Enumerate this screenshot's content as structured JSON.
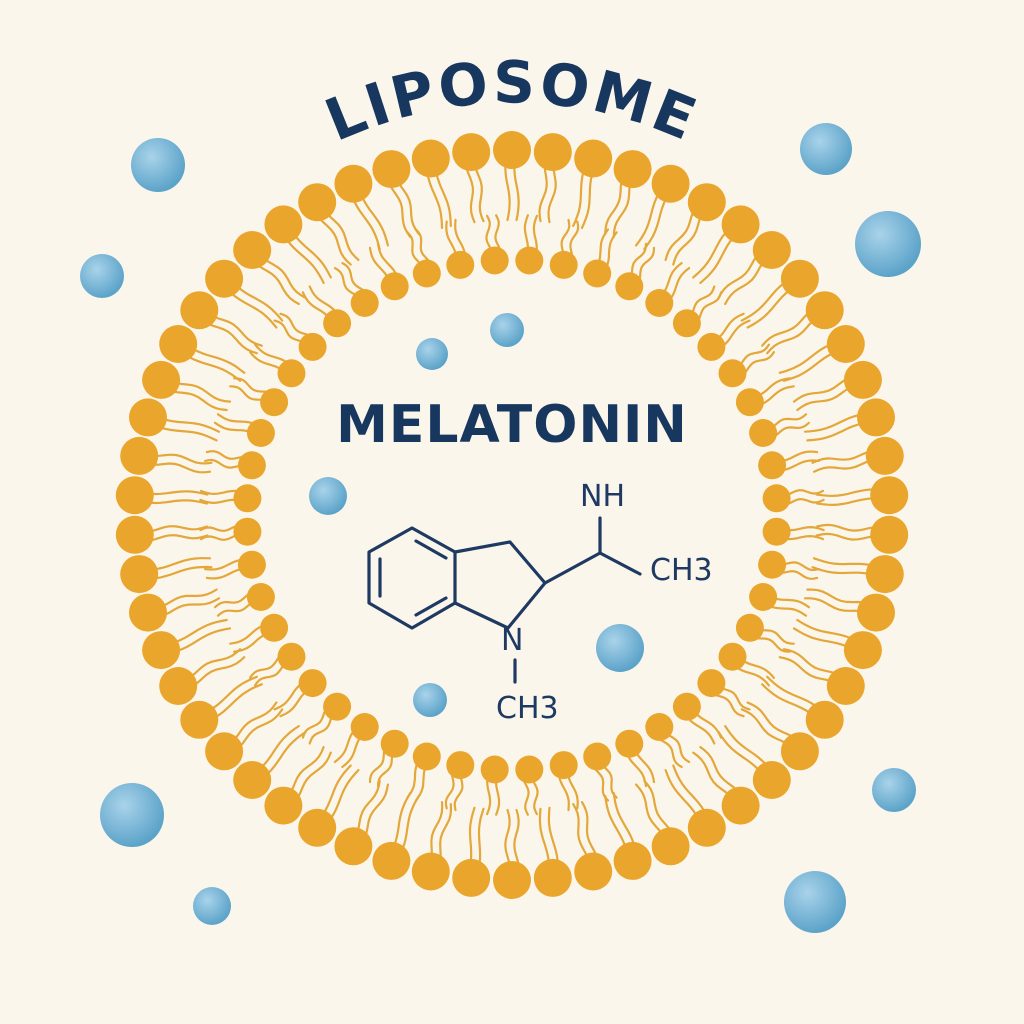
{
  "diagram": {
    "title": "LIPOSOME",
    "payload_label": "MELATONIN",
    "molecule": {
      "amine_label": "NH",
      "methyl_side_label": "CH3",
      "ring_nitrogen_label": "N",
      "methyl_bottom_label": "CH3"
    }
  },
  "colors": {
    "background": "#fbf6ec",
    "text": "#17375e",
    "lipid_head": "#eaa62c",
    "lipid_tail": "#e3a73a",
    "drug_particle": "#6fb0d2",
    "bond": "#1e3a62"
  }
}
